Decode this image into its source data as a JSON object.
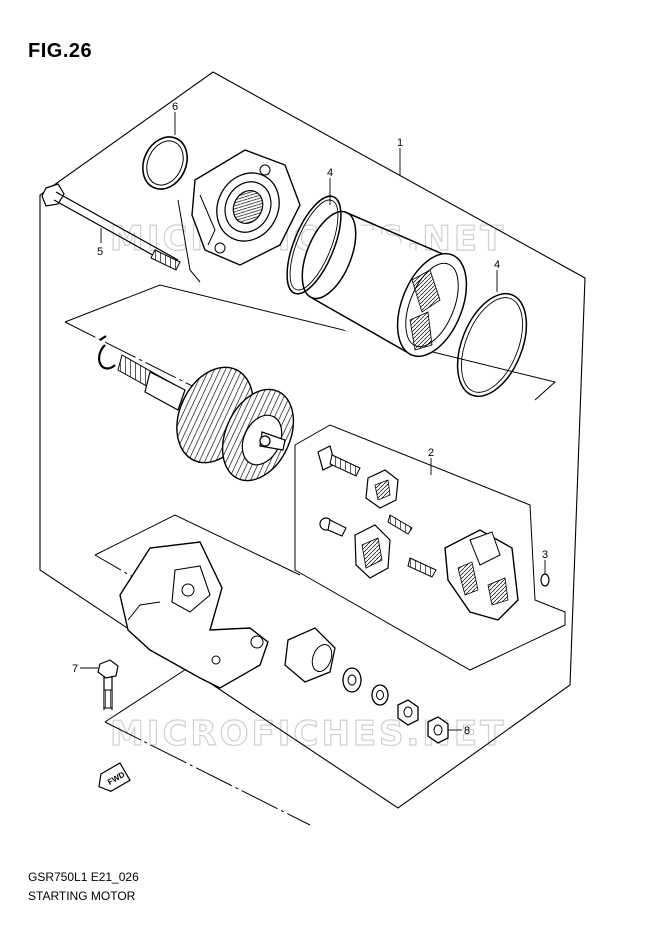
{
  "figure": {
    "title": "FIG.26"
  },
  "watermark": {
    "text": "MICROFICHES.NET"
  },
  "callouts": [
    {
      "id": "c1",
      "label": "1"
    },
    {
      "id": "c2",
      "label": "2"
    },
    {
      "id": "c3",
      "label": "3"
    },
    {
      "id": "c4a",
      "label": "4"
    },
    {
      "id": "c4b",
      "label": "4"
    },
    {
      "id": "c5",
      "label": "5"
    },
    {
      "id": "c6",
      "label": "6"
    },
    {
      "id": "c7",
      "label": "7"
    },
    {
      "id": "c8",
      "label": "8"
    }
  ],
  "fwd_badge": {
    "text": "FWD"
  },
  "footer": {
    "code": "GSR750L1 E21_026",
    "name": "STARTING MOTOR"
  }
}
